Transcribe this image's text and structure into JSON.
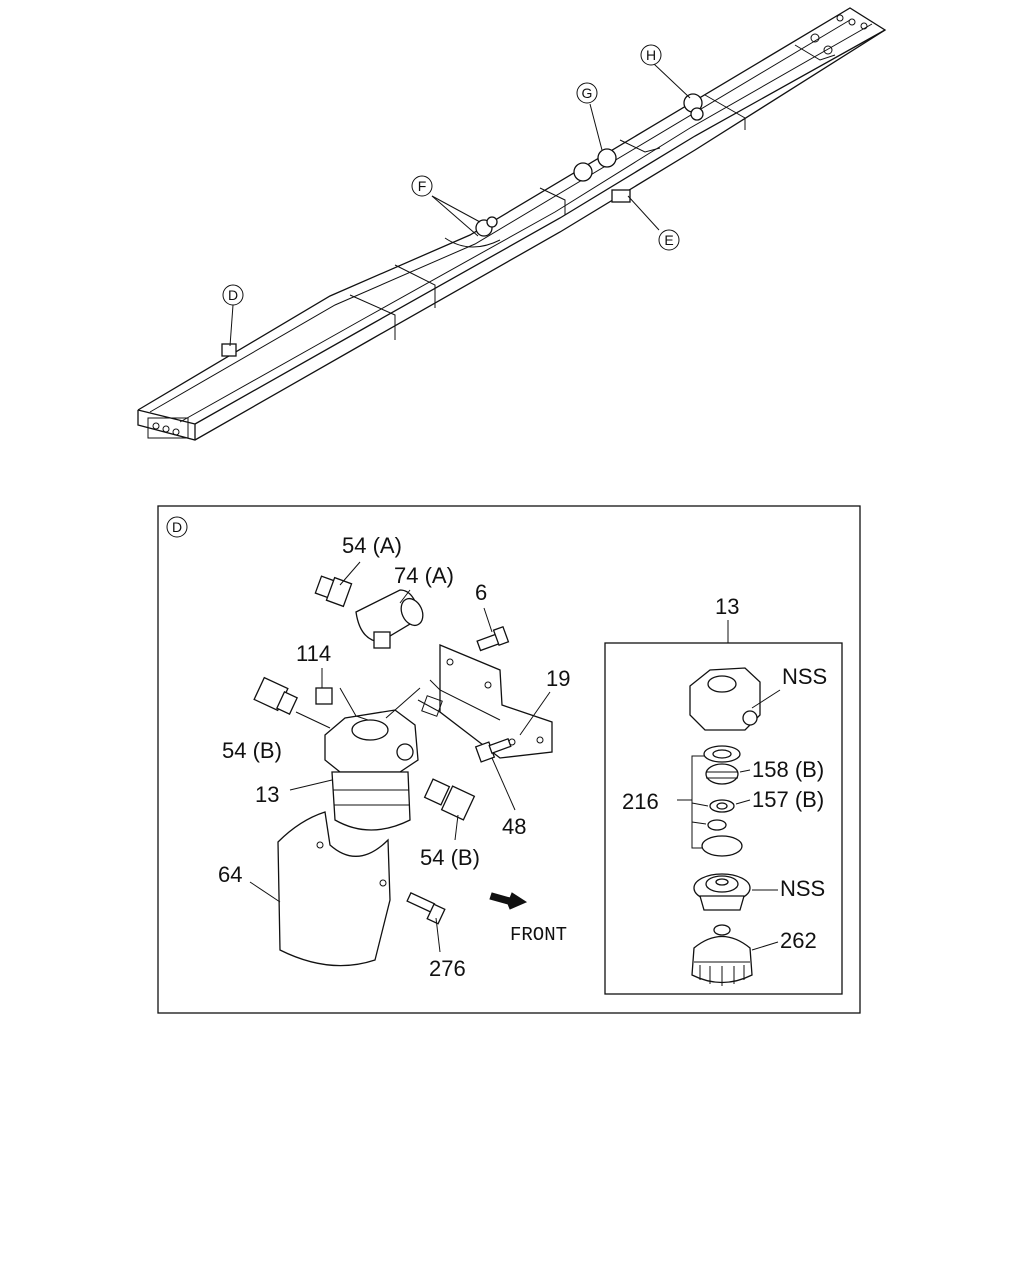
{
  "overview": {
    "callouts": [
      {
        "letter": "D"
      },
      {
        "letter": "E"
      },
      {
        "letter": "F"
      },
      {
        "letter": "G"
      },
      {
        "letter": "H"
      }
    ]
  },
  "detail": {
    "view_letter": "D",
    "labels": {
      "p54a": "54 (A)",
      "p74a": "74 (A)",
      "p6": "6",
      "p114": "114",
      "p19": "19",
      "p54b_top": "54 (B)",
      "p13": "13",
      "p48": "48",
      "p54b_bottom": "54 (B)",
      "p64": "64",
      "p276": "276",
      "front": "FRONT"
    },
    "inset": {
      "title": "13",
      "nss_top": "NSS",
      "p158b": "158 (B)",
      "p216": "216",
      "p157b": "157 (B)",
      "nss_bottom": "NSS",
      "p262": "262"
    }
  }
}
